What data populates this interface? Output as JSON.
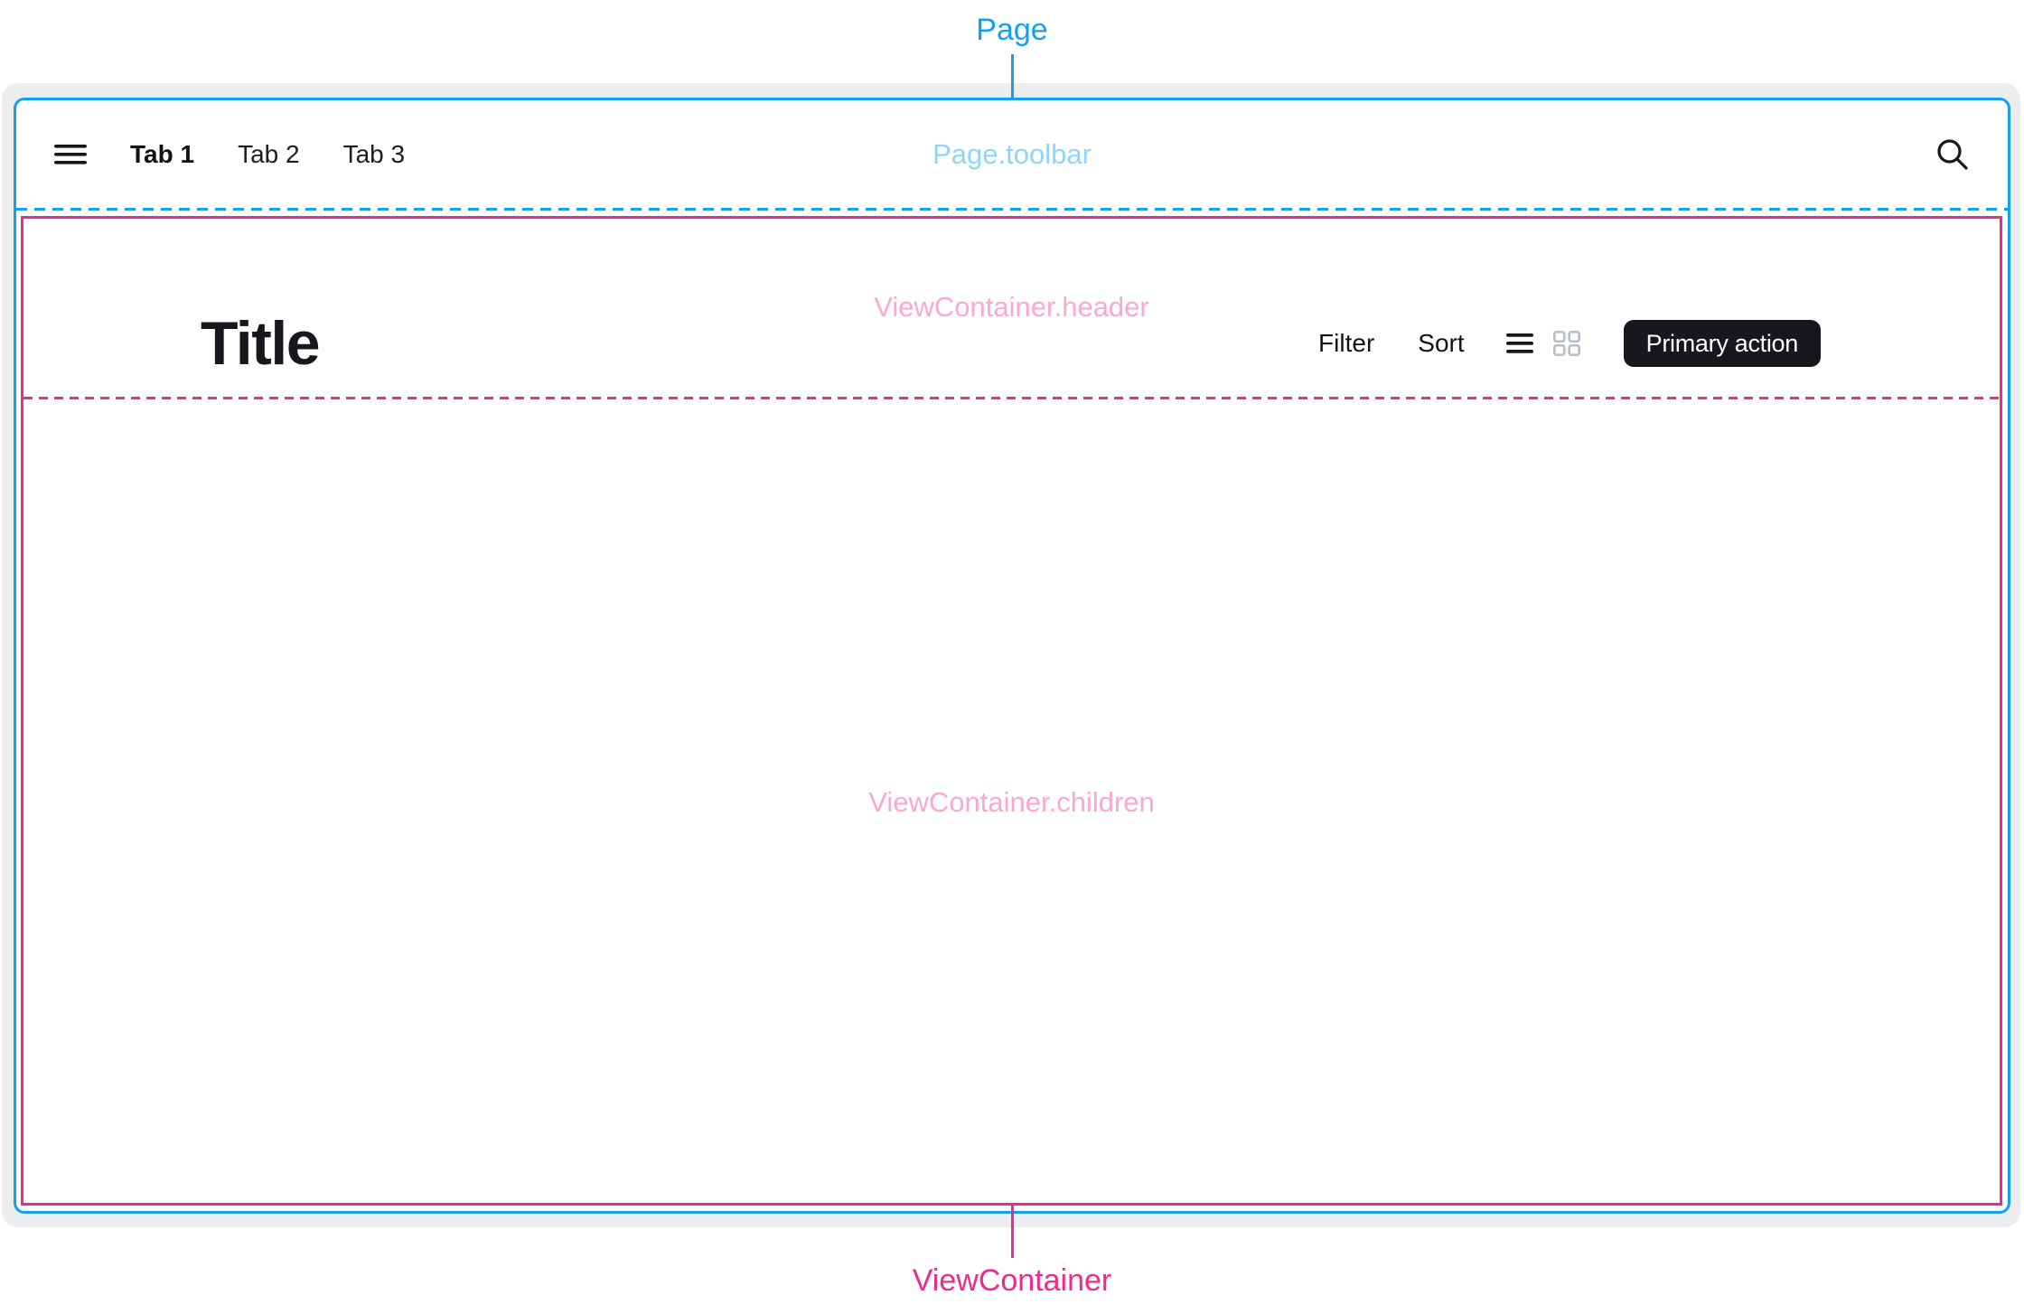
{
  "colors": {
    "page_accent": "#14A0F2",
    "page_accent_light": "#8ED5F9",
    "view_container_accent": "#EE2A8C",
    "view_container_accent_light": "#F9A8D1",
    "canvas_gray": "#ECEDEF",
    "text_dark": "#16181D",
    "grid_icon_gray": "#B7BEC8",
    "primary_button_bg": "#16181D",
    "primary_button_text": "#FFFFFF"
  },
  "annotations": {
    "page_label": "Page",
    "page_toolbar_label": "Page.toolbar",
    "view_container_label": "ViewContainer",
    "view_container_header_label": "ViewContainer.header",
    "view_container_children_label": "ViewContainer.children"
  },
  "toolbar": {
    "menu_icon": "hamburger-menu",
    "search_icon": "magnifying-glass",
    "tabs": [
      {
        "label": "Tab 1",
        "active": true
      },
      {
        "label": "Tab 2",
        "active": false
      },
      {
        "label": "Tab 3",
        "active": false
      }
    ]
  },
  "view_container": {
    "header": {
      "title": "Title",
      "filter_label": "Filter",
      "sort_label": "Sort",
      "list_view_icon": "list-lines",
      "grid_view_icon": "grid-squares",
      "primary_action_label": "Primary action"
    }
  }
}
